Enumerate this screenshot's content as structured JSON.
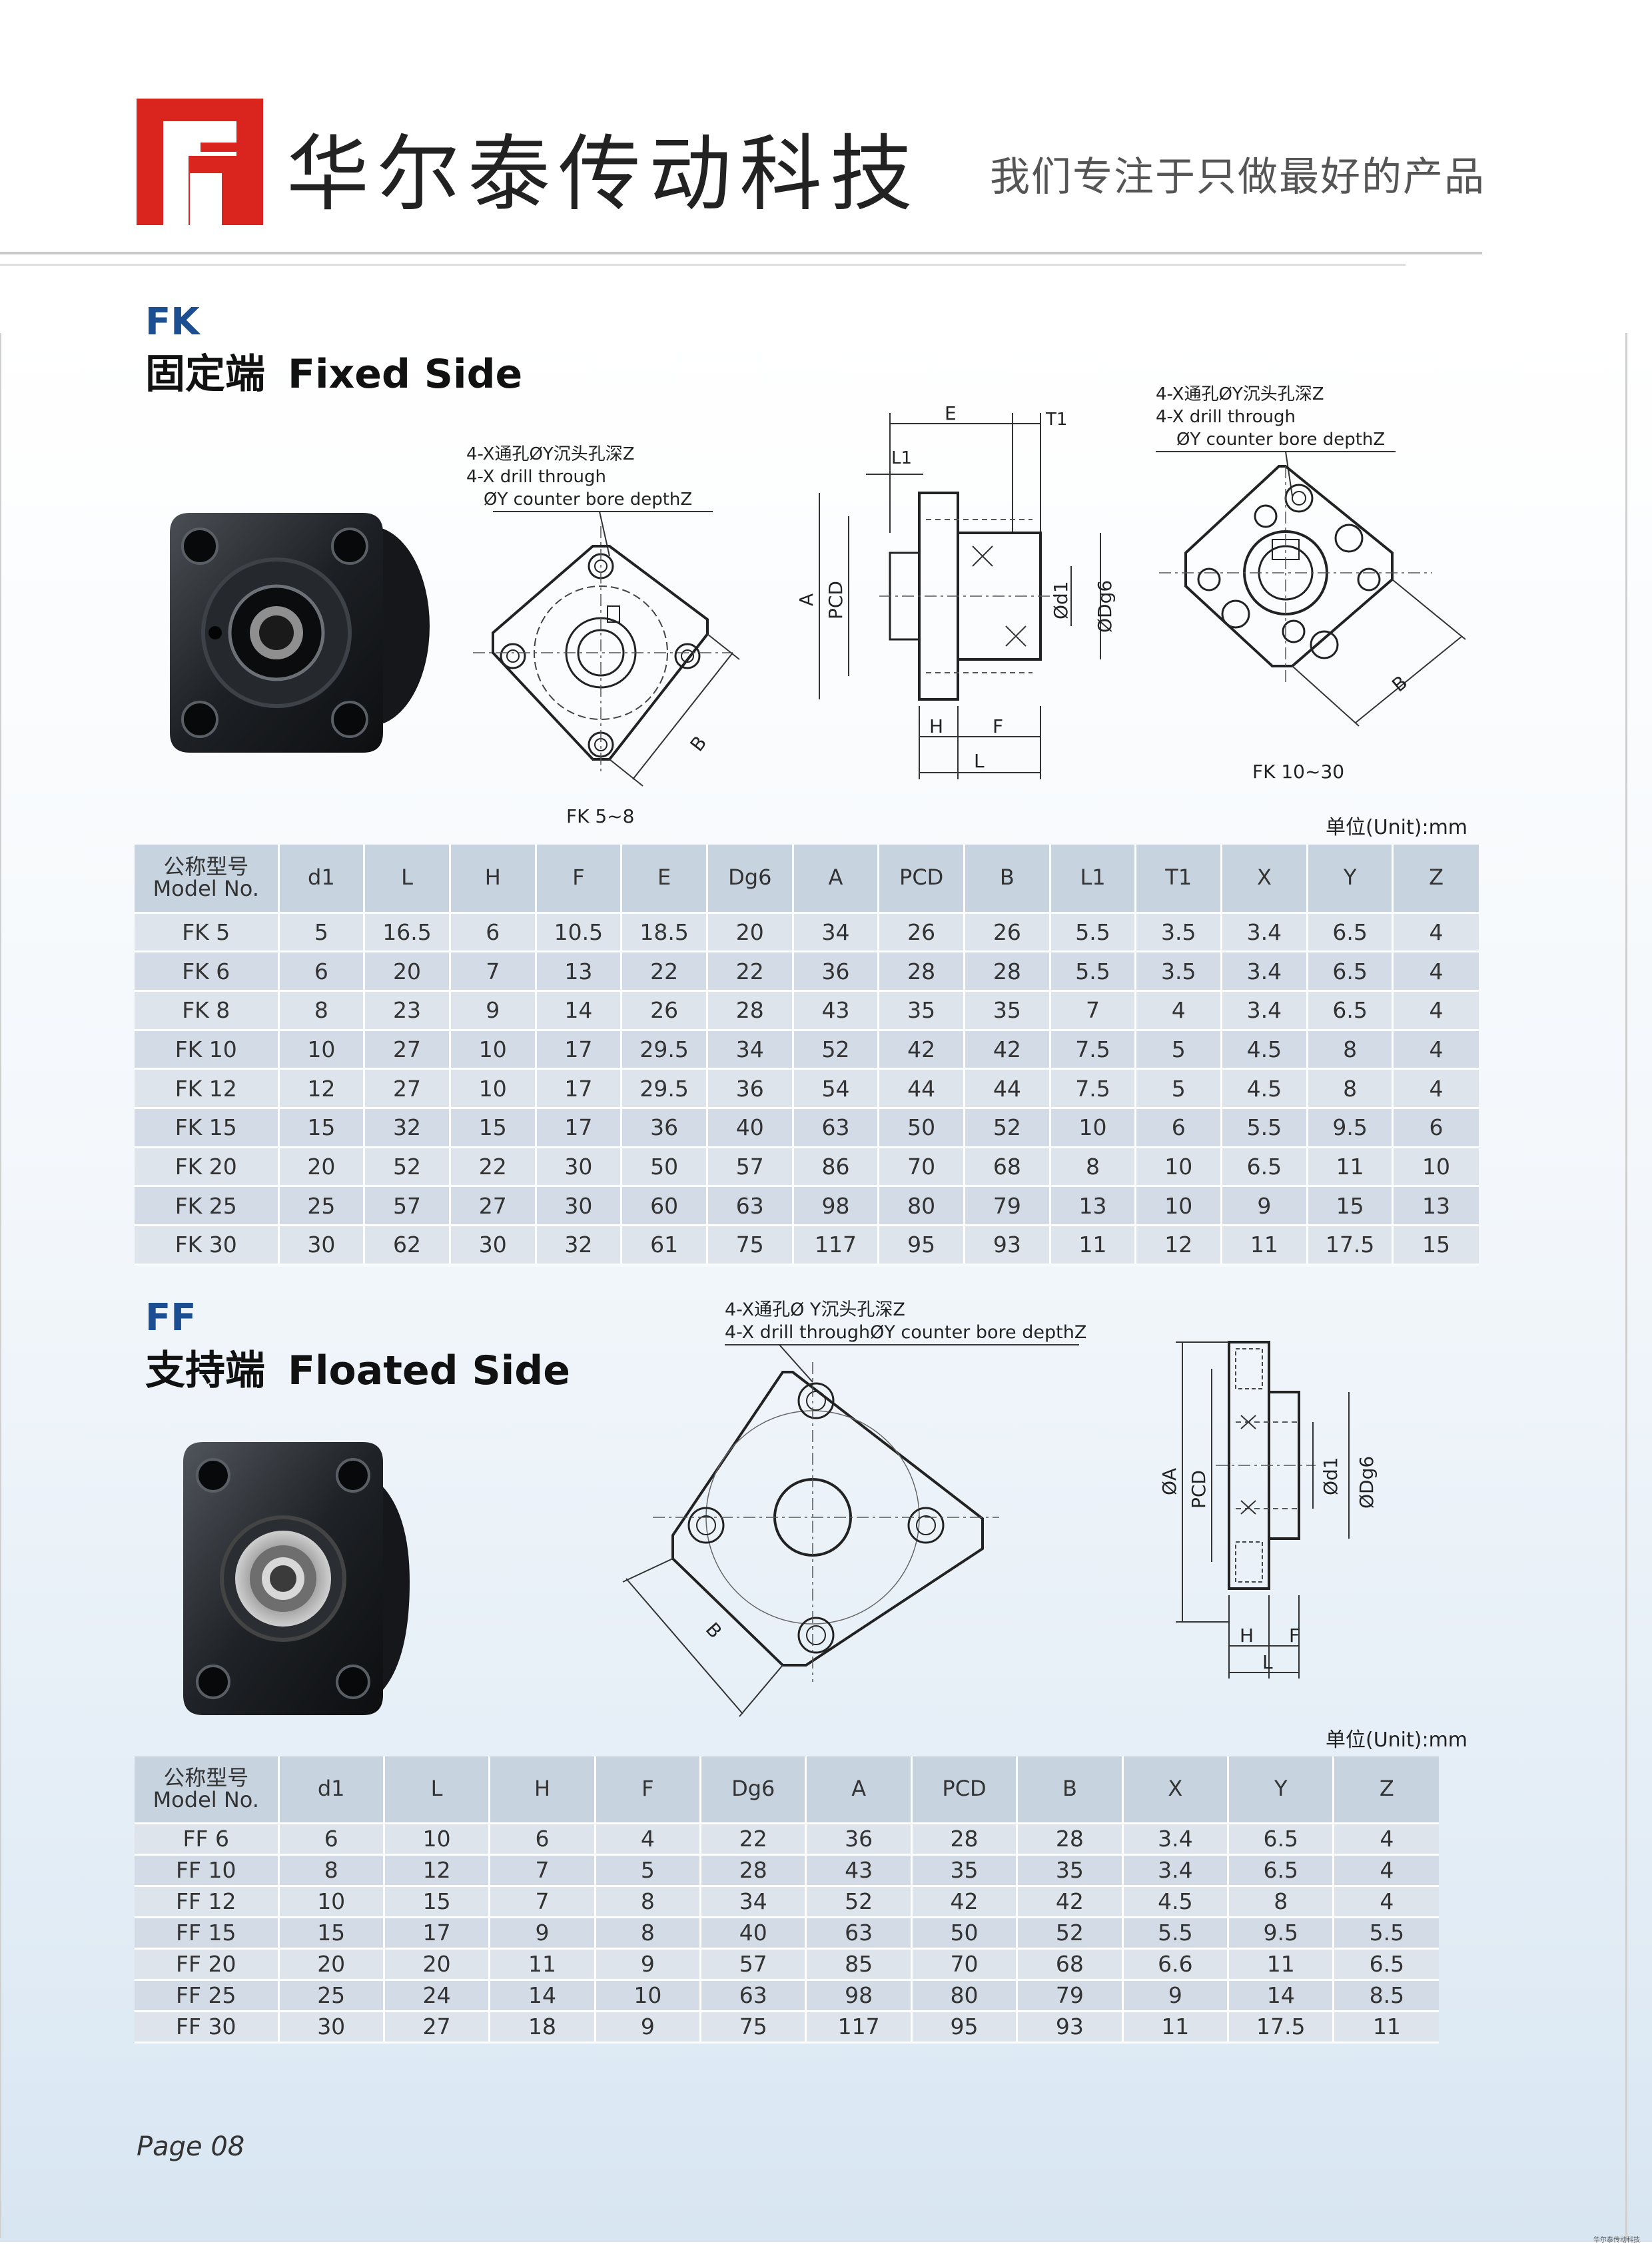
{
  "header": {
    "brand_name": "华尔泰传动科技",
    "slogan": "我们专注于只做最好的产品"
  },
  "colors": {
    "brand_red": "#d9251d",
    "title_blue": "#1b4f91",
    "table_header": "#c7d3df",
    "table_row": "#d7dfe8"
  },
  "fk": {
    "code": "FK",
    "title_cn": "固定端",
    "title_en": "Fixed Side",
    "unit_label": "单位(Unit):mm",
    "drawing": {
      "note1_line1": "4-X通孔ØY沉头孔深Z",
      "note1_line2": "4-X drill through",
      "note1_line3": "ØY counter bore depthZ",
      "note2_line1": "4-X通孔ØY沉头孔深Z",
      "note2_line2": "4-X drill through",
      "note2_line3": "ØY counter bore depthZ",
      "caption_left": "FK 5~8",
      "caption_right": "FK 10~30",
      "dim_E": "E",
      "dim_T1": "T1",
      "dim_L1": "L1",
      "dim_A": "A",
      "dim_PCD": "PCD",
      "dim_d1": "Ød1",
      "dim_Dg6": "ØDg6",
      "dim_H": "H",
      "dim_F": "F",
      "dim_L": "L",
      "dim_B": "B"
    },
    "table": {
      "header_model_cn": "公称型号",
      "header_model_en": "Model No.",
      "columns": [
        "d1",
        "L",
        "H",
        "F",
        "E",
        "Dg6",
        "A",
        "PCD",
        "B",
        "L1",
        "T1",
        "X",
        "Y",
        "Z"
      ],
      "rows": [
        [
          "FK 5",
          "5",
          "16.5",
          "6",
          "10.5",
          "18.5",
          "20",
          "34",
          "26",
          "26",
          "5.5",
          "3.5",
          "3.4",
          "6.5",
          "4"
        ],
        [
          "FK 6",
          "6",
          "20",
          "7",
          "13",
          "22",
          "22",
          "36",
          "28",
          "28",
          "5.5",
          "3.5",
          "3.4",
          "6.5",
          "4"
        ],
        [
          "FK 8",
          "8",
          "23",
          "9",
          "14",
          "26",
          "28",
          "43",
          "35",
          "35",
          "7",
          "4",
          "3.4",
          "6.5",
          "4"
        ],
        [
          "FK 10",
          "10",
          "27",
          "10",
          "17",
          "29.5",
          "34",
          "52",
          "42",
          "42",
          "7.5",
          "5",
          "4.5",
          "8",
          "4"
        ],
        [
          "FK 12",
          "12",
          "27",
          "10",
          "17",
          "29.5",
          "36",
          "54",
          "44",
          "44",
          "7.5",
          "5",
          "4.5",
          "8",
          "4"
        ],
        [
          "FK 15",
          "15",
          "32",
          "15",
          "17",
          "36",
          "40",
          "63",
          "50",
          "52",
          "10",
          "6",
          "5.5",
          "9.5",
          "6"
        ],
        [
          "FK 20",
          "20",
          "52",
          "22",
          "30",
          "50",
          "57",
          "86",
          "70",
          "68",
          "8",
          "10",
          "6.5",
          "11",
          "10"
        ],
        [
          "FK 25",
          "25",
          "57",
          "27",
          "30",
          "60",
          "63",
          "98",
          "80",
          "79",
          "13",
          "10",
          "9",
          "15",
          "13"
        ],
        [
          "FK 30",
          "30",
          "62",
          "30",
          "32",
          "61",
          "75",
          "117",
          "95",
          "93",
          "11",
          "12",
          "11",
          "17.5",
          "15"
        ]
      ]
    }
  },
  "ff": {
    "code": "FF",
    "title_cn": "支持端",
    "title_en": "Floated Side",
    "unit_label": "单位(Unit):mm",
    "drawing": {
      "note_line1": "4-X通孔Ø Y沉头孔深Z",
      "note_line2": "4-X drill throughØY counter bore depthZ",
      "dim_A": "ØA",
      "dim_PCD": "PCD",
      "dim_d1": "Ød1",
      "dim_Dg6": "ØDg6",
      "dim_H": "H",
      "dim_F": "F",
      "dim_L": "L",
      "dim_B": "B"
    },
    "table": {
      "header_model_cn": "公称型号",
      "header_model_en": "Model No.",
      "columns": [
        "d1",
        "L",
        "H",
        "F",
        "Dg6",
        "A",
        "PCD",
        "B",
        "X",
        "Y",
        "Z"
      ],
      "rows": [
        [
          "FF 6",
          "6",
          "10",
          "6",
          "4",
          "22",
          "36",
          "28",
          "28",
          "3.4",
          "6.5",
          "4"
        ],
        [
          "FF 10",
          "8",
          "12",
          "7",
          "5",
          "28",
          "43",
          "35",
          "35",
          "3.4",
          "6.5",
          "4"
        ],
        [
          "FF 12",
          "10",
          "15",
          "7",
          "8",
          "34",
          "52",
          "42",
          "42",
          "4.5",
          "8",
          "4"
        ],
        [
          "FF 15",
          "15",
          "17",
          "9",
          "8",
          "40",
          "63",
          "50",
          "52",
          "5.5",
          "9.5",
          "5.5"
        ],
        [
          "FF 20",
          "20",
          "20",
          "11",
          "9",
          "57",
          "85",
          "70",
          "68",
          "6.6",
          "11",
          "6.5"
        ],
        [
          "FF 25",
          "25",
          "24",
          "14",
          "10",
          "63",
          "98",
          "80",
          "79",
          "9",
          "14",
          "8.5"
        ],
        [
          "FF 30",
          "30",
          "27",
          "18",
          "9",
          "75",
          "117",
          "95",
          "93",
          "11",
          "17.5",
          "11"
        ]
      ]
    }
  },
  "footer": {
    "page_label": "Page 08",
    "footnote": "华尔泰传动科技"
  }
}
